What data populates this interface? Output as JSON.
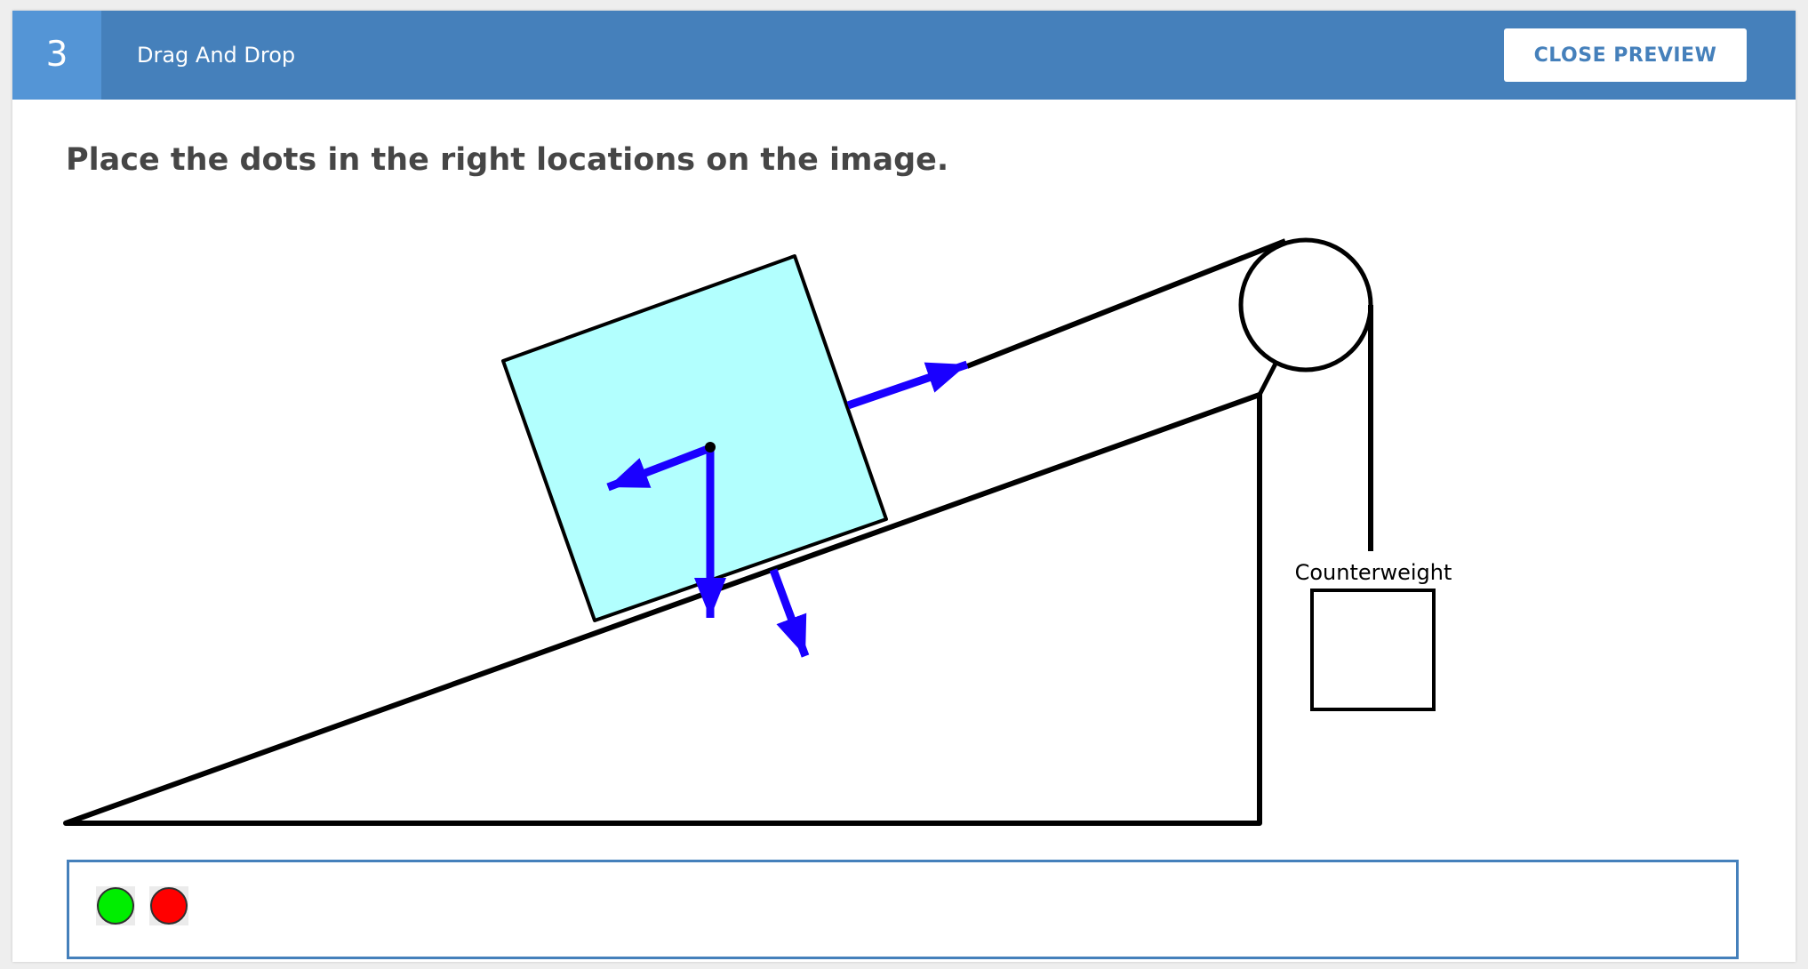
{
  "header": {
    "question_number": "3",
    "title": "Drag And Drop",
    "close_label": "CLOSE PREVIEW"
  },
  "instructions": "Place the dots in the right locations on the image.",
  "diagram": {
    "counterweight_label": "Counterweight",
    "block_fill": "#b2fffe",
    "arrow_color": "#1a00ff",
    "line_color": "#000000"
  },
  "tray": {
    "dots": [
      {
        "name": "green-dot",
        "color": "#00ee00"
      },
      {
        "name": "red-dot",
        "color": "#ff0000"
      }
    ]
  },
  "colors": {
    "header": "#4580bb",
    "number_badge": "#5495d6",
    "instruction_text": "#464646",
    "tray_border": "#4580bb"
  }
}
